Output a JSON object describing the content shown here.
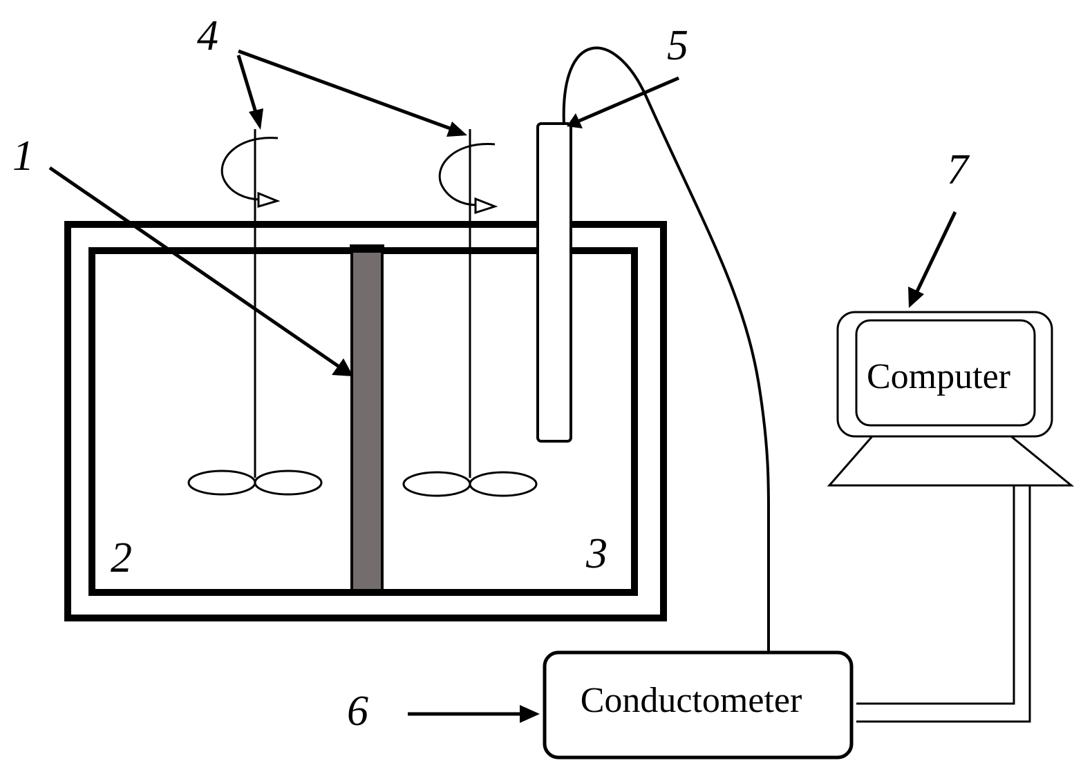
{
  "labels": {
    "membrane": "1",
    "left_compartment": "2",
    "right_compartment": "3",
    "stirrers": "4",
    "probe": "5",
    "input": "6",
    "computer": "7"
  },
  "devices": {
    "computer": "Computer",
    "conductometer": "Conductometer"
  },
  "colors": {
    "line": "#000000",
    "membrane_fill": "#736e6d",
    "background": "#ffffff"
  }
}
